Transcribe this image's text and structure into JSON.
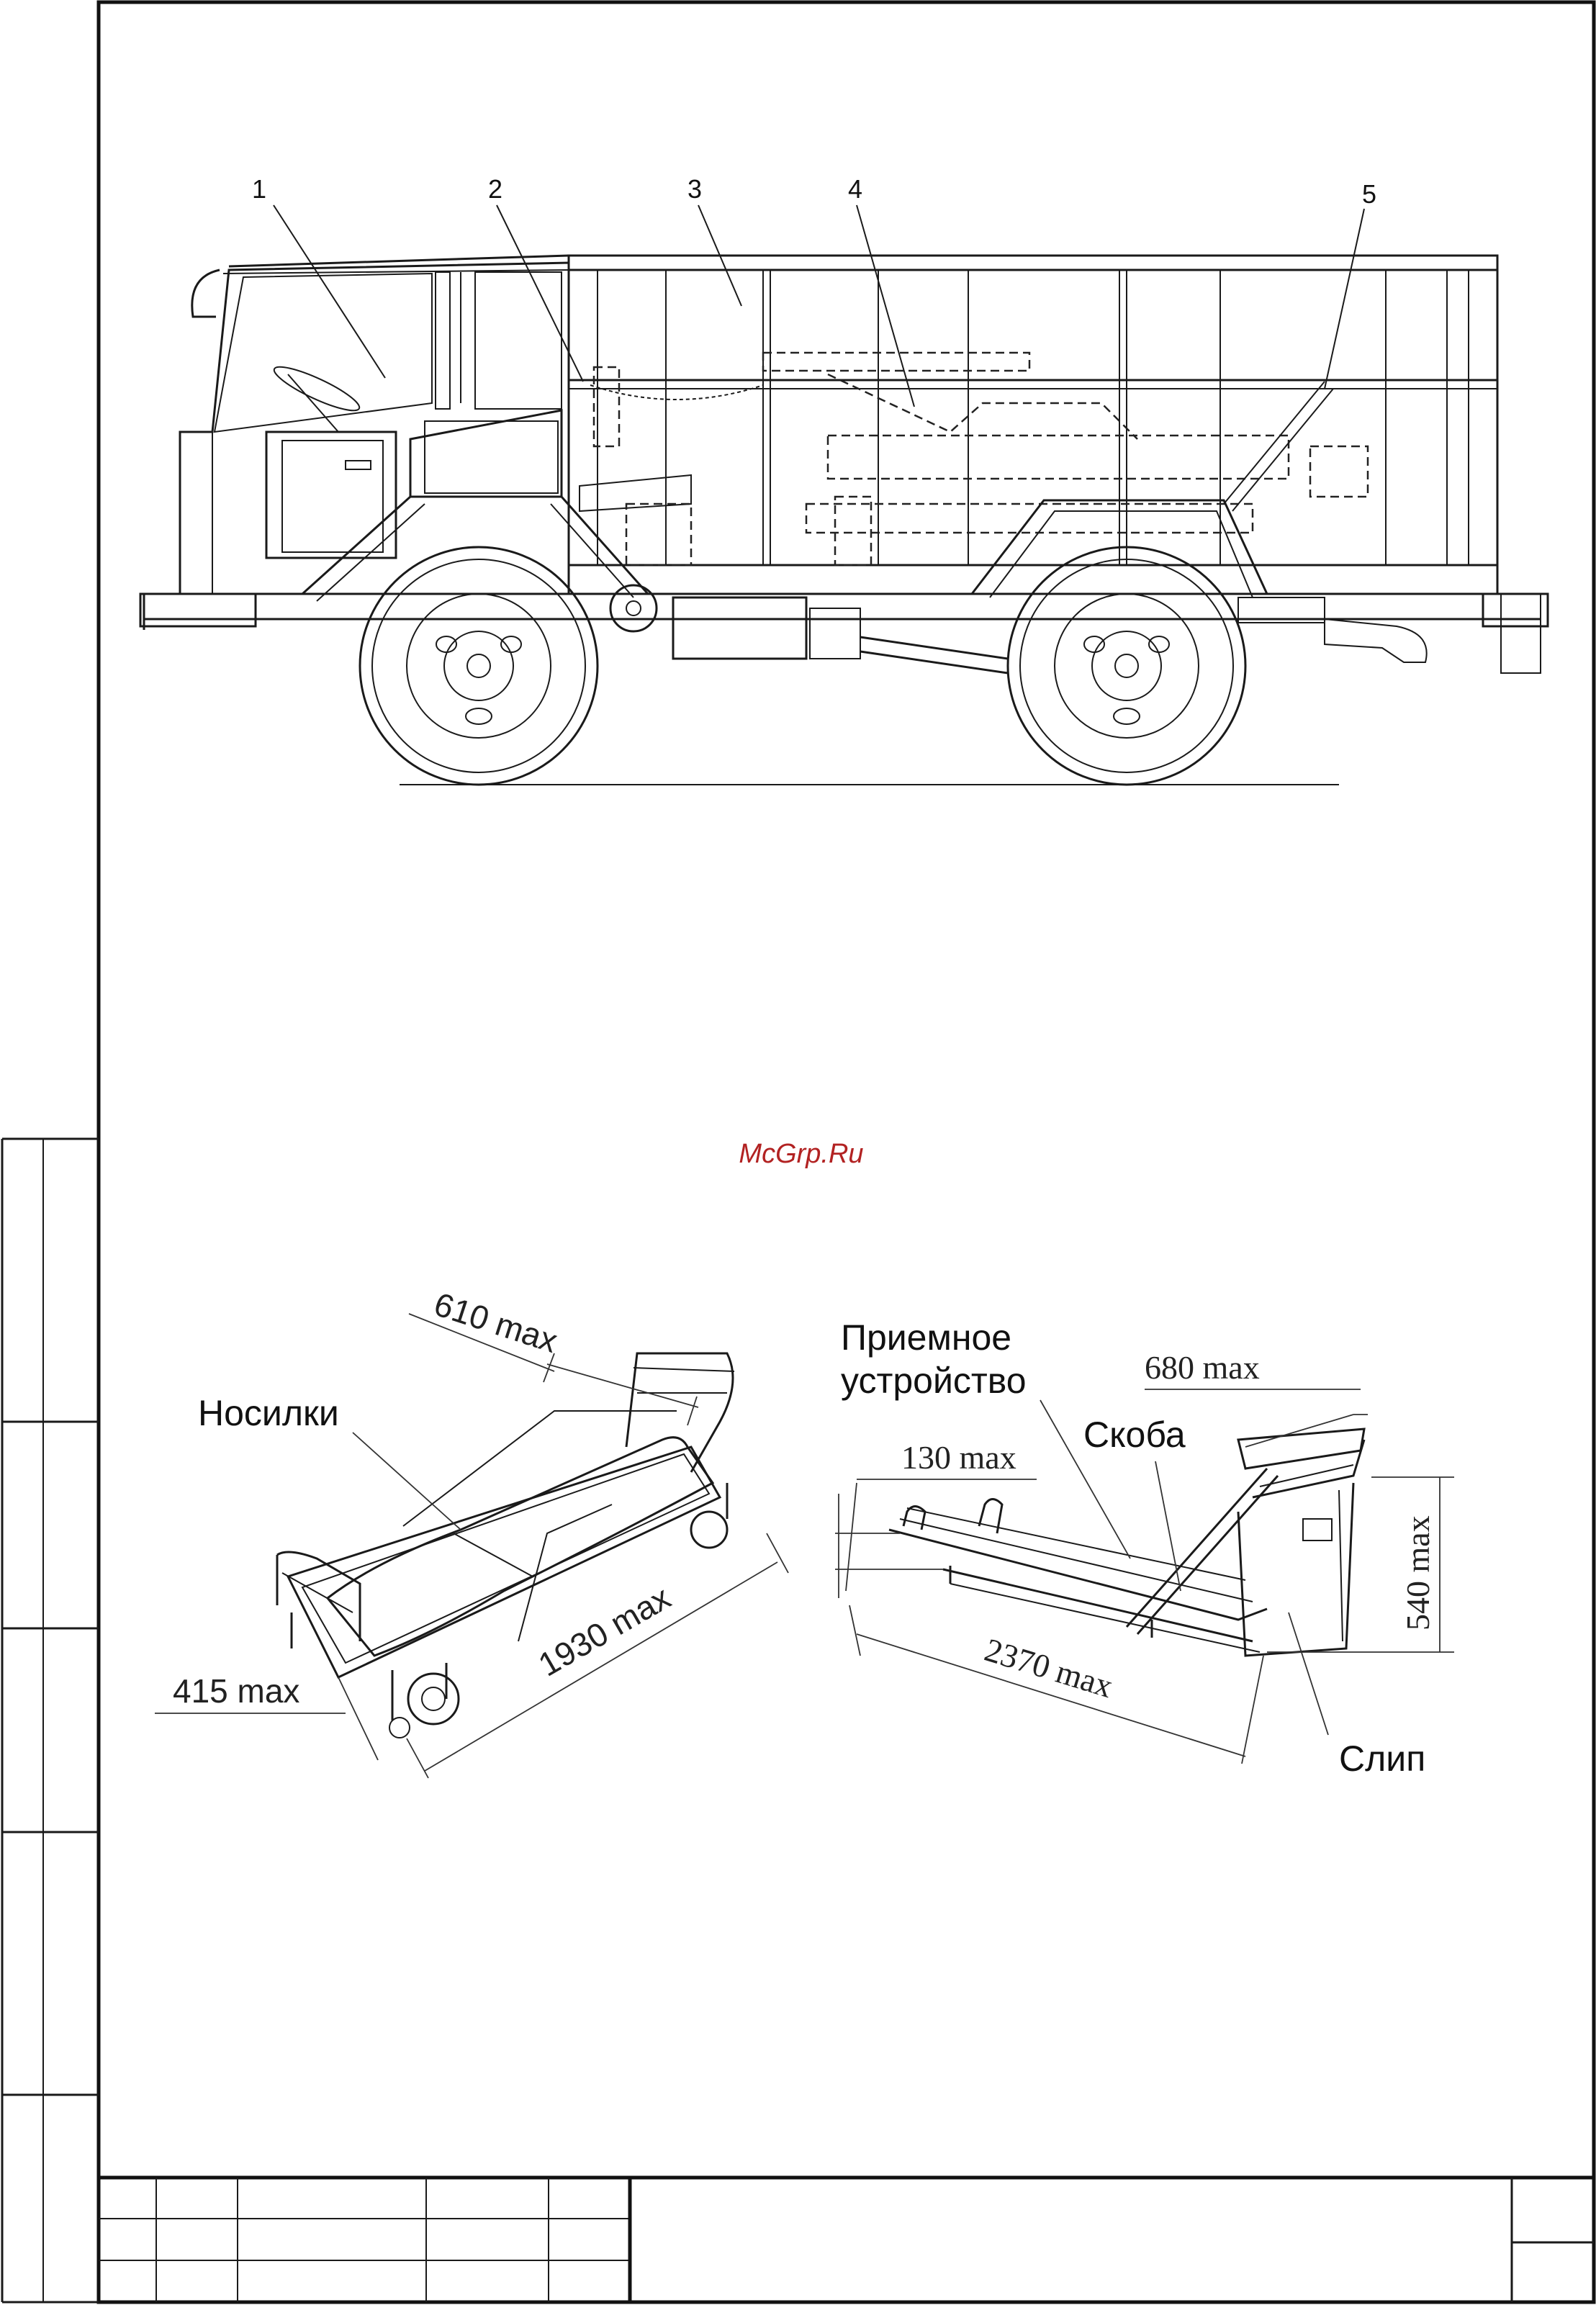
{
  "watermark": "McGrp.Ru",
  "truck": {
    "callouts": [
      "1",
      "2",
      "3",
      "4",
      "5"
    ]
  },
  "stretcher": {
    "label": "Носилки",
    "dims": {
      "width": "610 max",
      "length": "1930 max",
      "height": "415 max"
    }
  },
  "receiver": {
    "labels": {
      "device_line1": "Приемное",
      "device_line2": "устройство",
      "bracket": "Скоба",
      "slip": "Слип"
    },
    "dims": {
      "width": "680 max",
      "step": "130 max",
      "length": "2370 max",
      "height": "540 max"
    }
  }
}
